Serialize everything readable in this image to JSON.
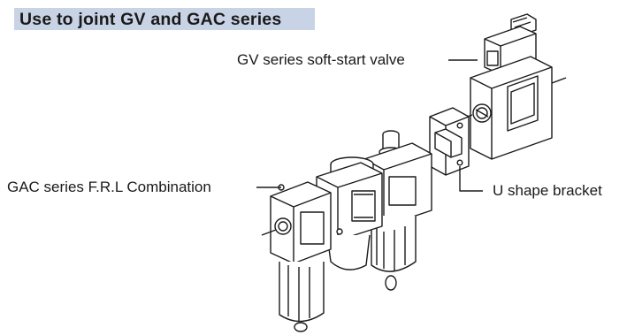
{
  "title": "Use to joint GV and GAC series",
  "labels": {
    "gv_valve": "GV series soft-start valve",
    "gac_combination": "GAC series F.R.L Combination",
    "u_bracket": "U shape bracket"
  },
  "colors": {
    "title_band": "#c8d3e6",
    "line": "#1a1a1a",
    "body_fill": "#ffffff"
  }
}
